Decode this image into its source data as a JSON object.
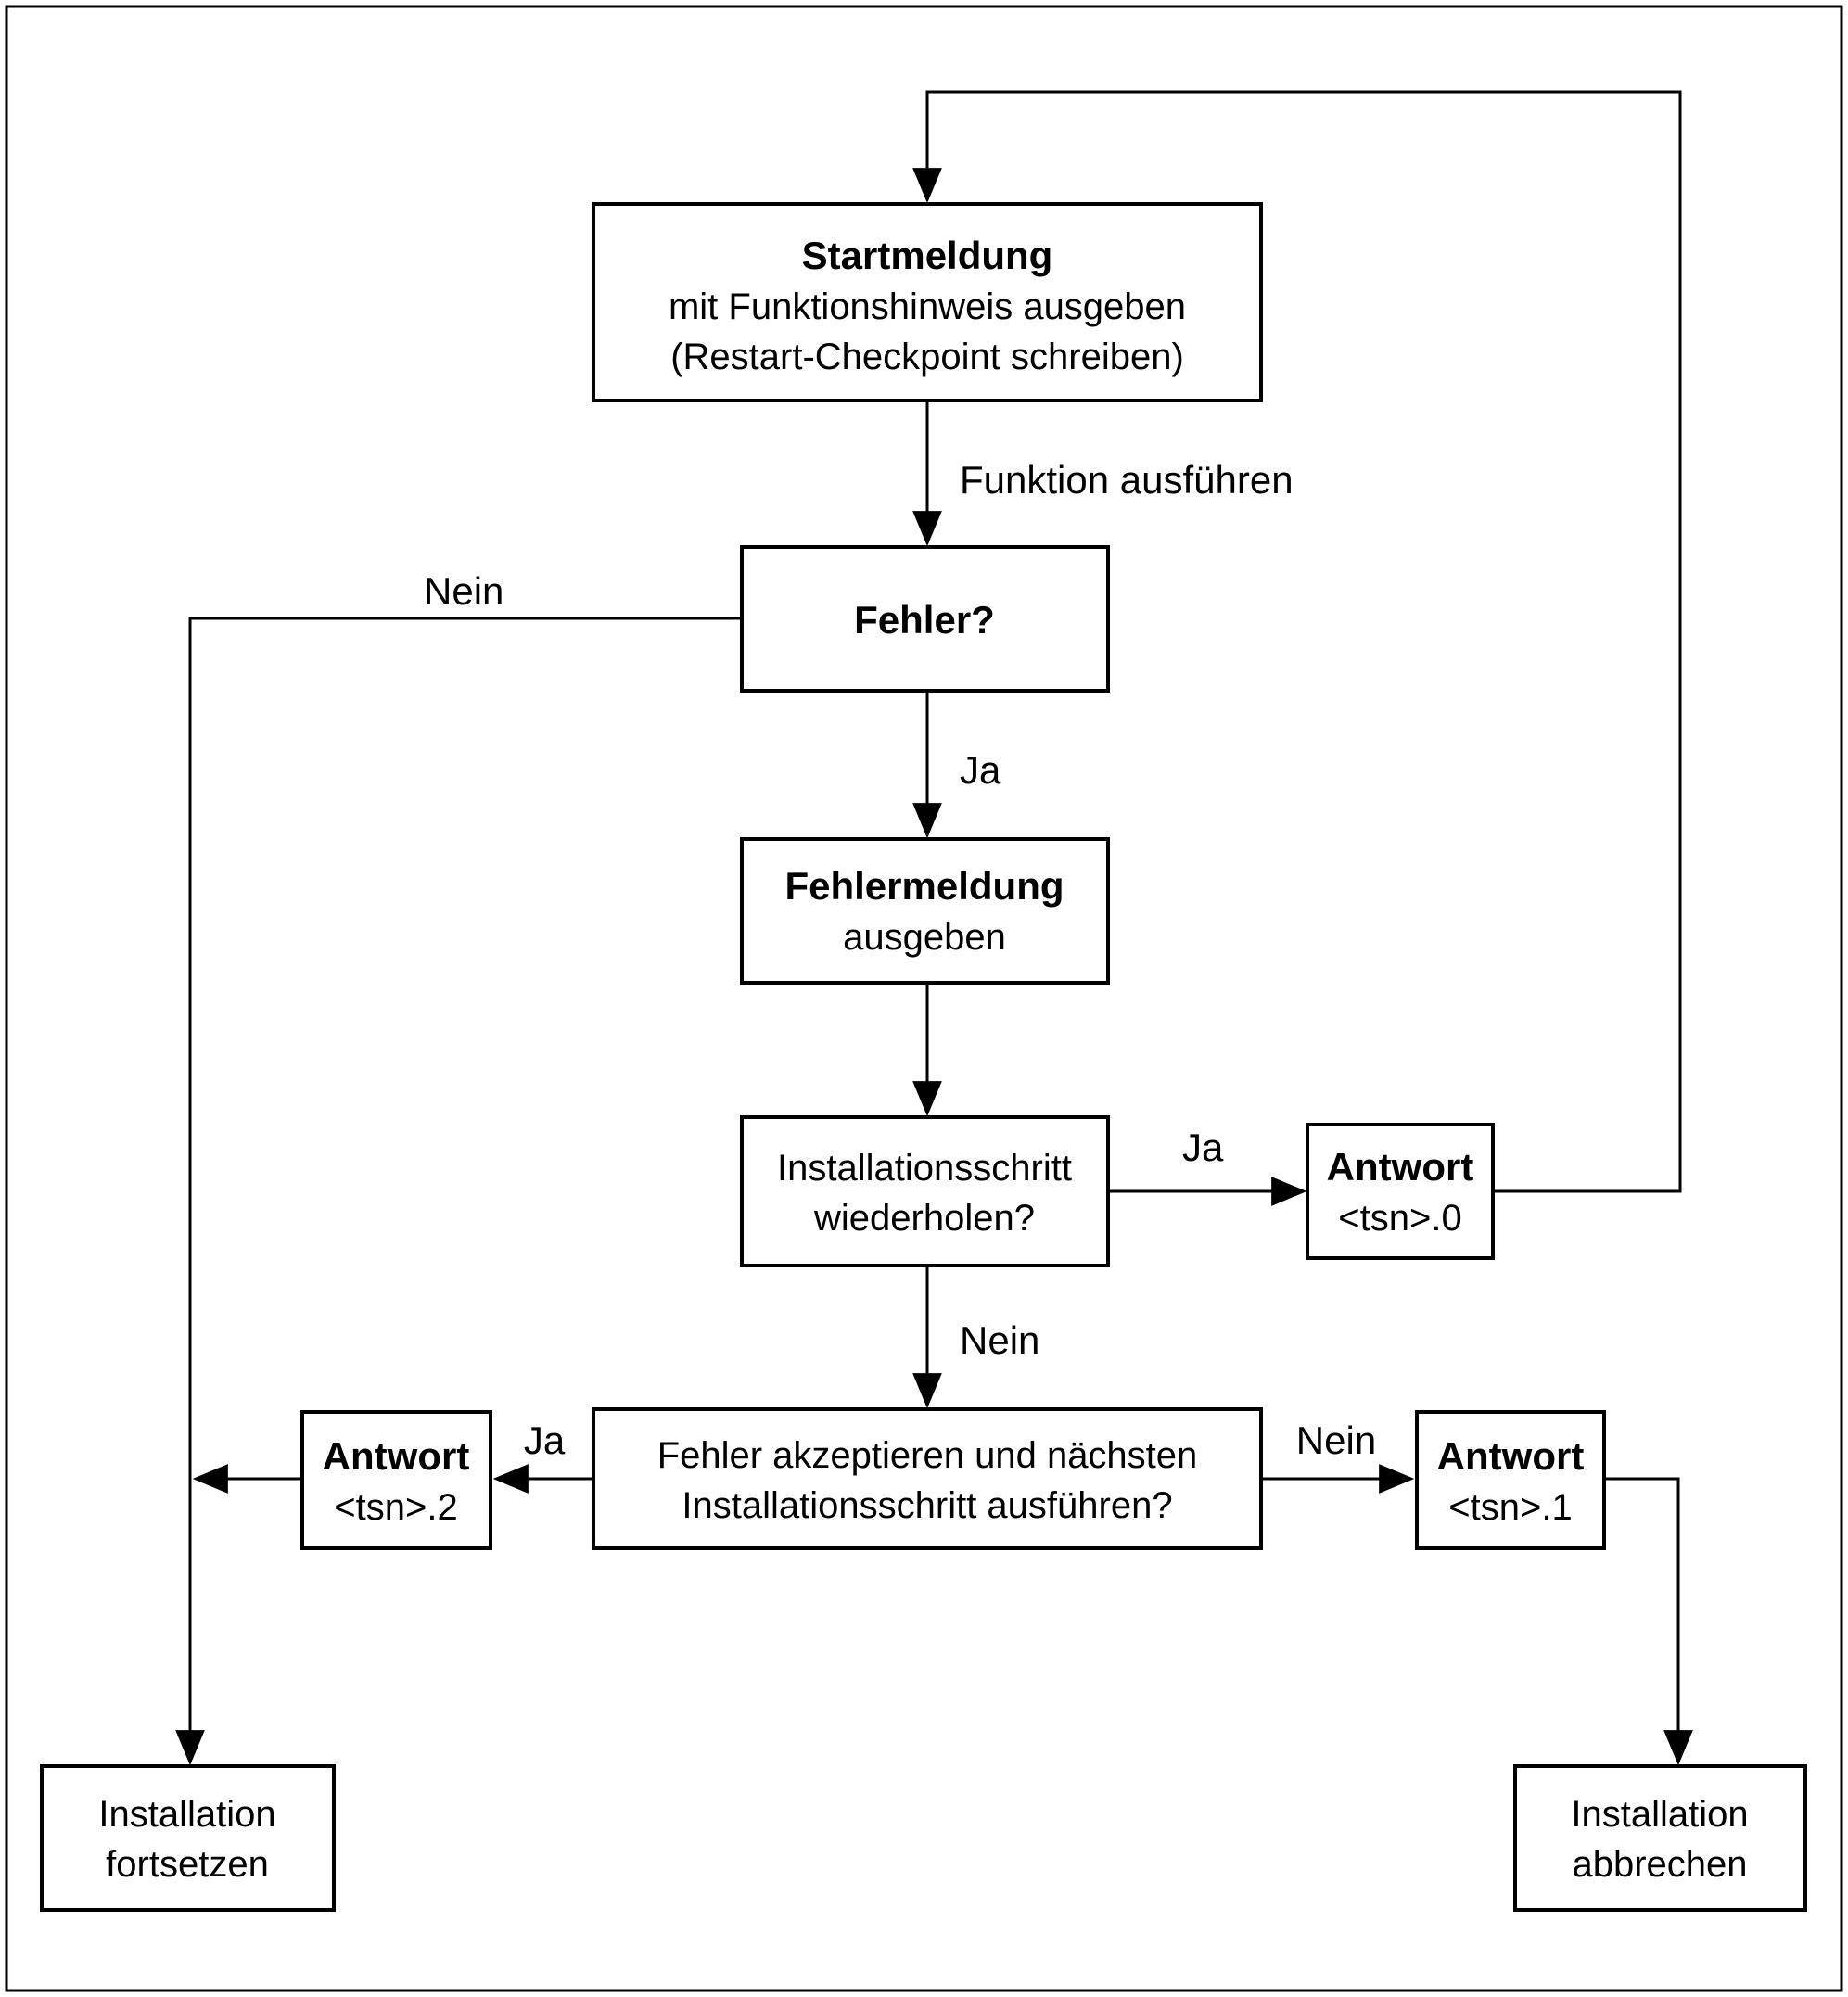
{
  "diagram": {
    "title": "Installation error handling flowchart",
    "colors": {
      "line": "#000000",
      "background": "#ffffff"
    },
    "nodes": {
      "startmeldung": {
        "line1": "Startmeldung",
        "line2": "mit Funktionshinweis ausgeben",
        "line3": "(Restart-Checkpoint schreiben)"
      },
      "fehler": {
        "line1": "Fehler?"
      },
      "fehlermeldung": {
        "line1": "Fehlermeldung",
        "line2": "ausgeben"
      },
      "wiederholen": {
        "line1": "Installationsschritt",
        "line2": "wiederholen?"
      },
      "antwort0": {
        "line1": "Antwort",
        "line2": "<tsn>.0"
      },
      "akzeptieren": {
        "line1": "Fehler akzeptieren und nächsten",
        "line2": "Installationsschritt ausführen?"
      },
      "antwort2": {
        "line1": "Antwort",
        "line2": "<tsn>.2"
      },
      "antwort1": {
        "line1": "Antwort",
        "line2": "<tsn>.1"
      },
      "fortsetzen": {
        "line1": "Installation",
        "line2": "fortsetzen"
      },
      "abbrechen": {
        "line1": "Installation",
        "line2": "abbrechen"
      }
    },
    "labels": {
      "funktion_ausfuehren": "Funktion ausführen",
      "nein_fehler": "Nein",
      "ja_fehler": "Ja",
      "ja_wiederholen": "Ja",
      "nein_wiederholen": "Nein",
      "ja_akzeptieren": "Ja",
      "nein_akzeptieren": "Nein"
    }
  }
}
